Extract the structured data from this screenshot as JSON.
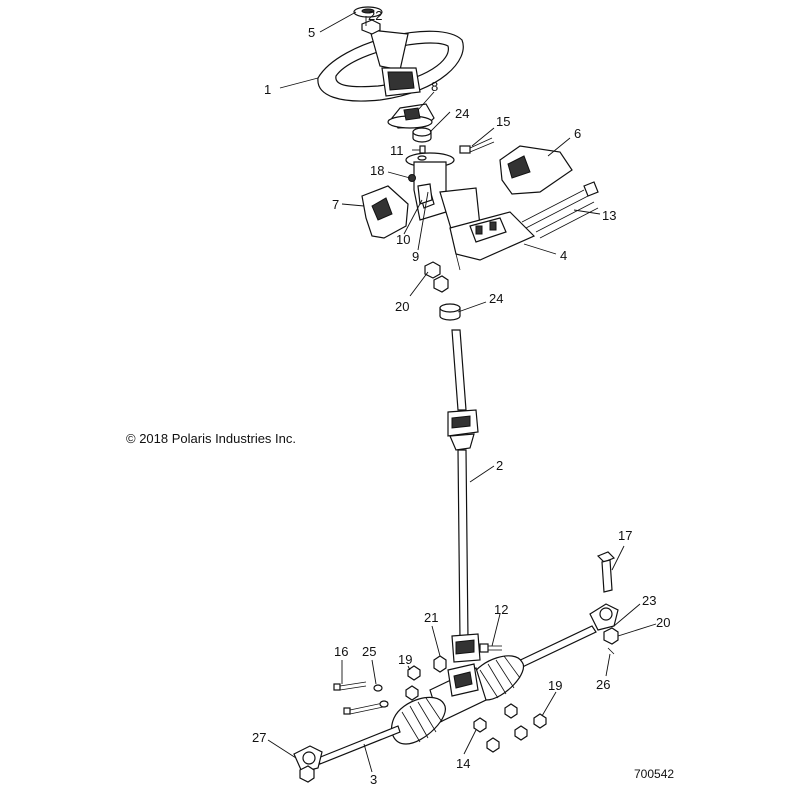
{
  "copyright": "© 2018 Polaris Industries Inc.",
  "document_number": "700542",
  "callouts": [
    {
      "id": "c5",
      "text": "5"
    },
    {
      "id": "c22",
      "text": "22"
    },
    {
      "id": "c1",
      "text": "1"
    },
    {
      "id": "c8",
      "text": "8"
    },
    {
      "id": "c24a",
      "text": "24"
    },
    {
      "id": "c15",
      "text": "15"
    },
    {
      "id": "c6",
      "text": "6"
    },
    {
      "id": "c11",
      "text": "11"
    },
    {
      "id": "c18",
      "text": "18"
    },
    {
      "id": "c7",
      "text": "7"
    },
    {
      "id": "c10",
      "text": "10"
    },
    {
      "id": "c9",
      "text": "9"
    },
    {
      "id": "c13",
      "text": "13"
    },
    {
      "id": "c4",
      "text": "4"
    },
    {
      "id": "c20a",
      "text": "20"
    },
    {
      "id": "c24b",
      "text": "24"
    },
    {
      "id": "c2",
      "text": "2"
    },
    {
      "id": "c17",
      "text": "17"
    },
    {
      "id": "c23",
      "text": "23"
    },
    {
      "id": "c20b",
      "text": "20"
    },
    {
      "id": "c26",
      "text": "26"
    },
    {
      "id": "c21",
      "text": "21"
    },
    {
      "id": "c12",
      "text": "12"
    },
    {
      "id": "c16",
      "text": "16"
    },
    {
      "id": "c25",
      "text": "25"
    },
    {
      "id": "c19a",
      "text": "19"
    },
    {
      "id": "c19b",
      "text": "19"
    },
    {
      "id": "c27",
      "text": "27"
    },
    {
      "id": "c14",
      "text": "14"
    },
    {
      "id": "c3",
      "text": "3"
    }
  ]
}
